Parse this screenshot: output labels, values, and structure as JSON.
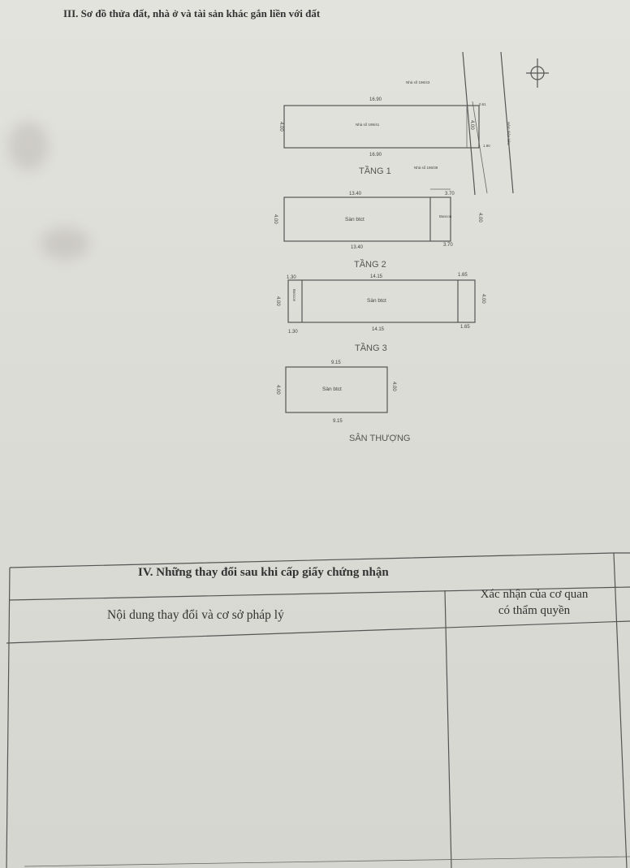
{
  "section_iii": {
    "title": "III. Sơ đồ thửa đất, nhà ở và tài sản khác gắn liền với đất"
  },
  "plan": {
    "floor1": {
      "label": "TẦNG 1",
      "house_label": "Nhà số 196/41",
      "neighbor_top": "Nhà số 196/43",
      "neighbor_bottom": "Nhà số 196/39",
      "top_length": "16.90",
      "bottom_length": "16.90",
      "width_left": "4.00",
      "width_right": "4.00",
      "right_top": "0.61",
      "right_bottom": "1.90",
      "road_label": "Hẻm hiện hữu"
    },
    "floor2": {
      "label": "TẦNG 2",
      "room_label": "Sàn btct",
      "balcony_label": "Bancon",
      "top_left": "13.40",
      "top_right": "3.70",
      "bottom_left": "13.40",
      "bottom_right": "3.70",
      "width_left": "4.00",
      "width_right": "4.00"
    },
    "floor3": {
      "label": "TẦNG 3",
      "room_label": "Sàn btct",
      "balcony_label": "Bancon",
      "top_left": "1.30",
      "top_mid": "14.15",
      "top_right": "1.65",
      "bottom_left": "1.30",
      "bottom_mid": "14.15",
      "bottom_right": "1.65",
      "width_left": "4.00",
      "width_right": "4.00"
    },
    "roof": {
      "label": "SÂN THƯỢNG",
      "room_label": "Sàn btct",
      "top_length": "9.15",
      "bottom_length": "9.15",
      "width_left": "4.00",
      "width_right": "4.00"
    }
  },
  "section_iv": {
    "title": "IV. Những thay đổi sau khi cấp giấy chứng nhận",
    "col1": "Nội dung thay đổi và cơ sở pháp lý",
    "col2_line1": "Xác nhận của cơ quan",
    "col2_line2": "có thẩm quyền"
  }
}
